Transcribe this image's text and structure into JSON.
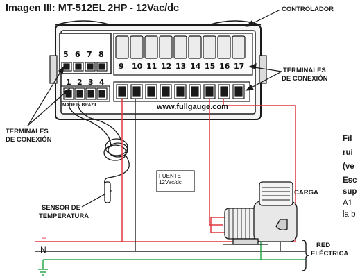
{
  "title": "Imagen III: MT-512EL 2HP - 12Vac/dc",
  "labels": {
    "controlador": "CONTROLADOR",
    "terminales_right_1": "TERMINALES",
    "terminales_right_2": "DE CONEXIÓN",
    "terminales_left_1": "TERMINALES",
    "terminales_left_2": "DE CONEXIÓN",
    "sensor_1": "SENSOR DE",
    "sensor_2": "TEMPERATURA",
    "fuente_1": "FUENTE",
    "fuente_2": "12Vac/dc",
    "carga": "CARGA",
    "red_1": "RED",
    "red_2": "ELÉCTRICA",
    "line_plus": "+",
    "line_n": "N",
    "made_in": "MADE IN BRAZIL",
    "url": "www.fullgauge.com"
  },
  "terminals_top_left": [
    "5",
    "6",
    "7",
    "8"
  ],
  "terminals_left": [
    "1",
    "2",
    "3",
    "4"
  ],
  "terminals_right": [
    "9",
    "10",
    "11",
    "12",
    "13",
    "14",
    "15",
    "16",
    "17"
  ],
  "side_text": {
    "line1": "Fil",
    "line2": "ruí",
    "line3": "(ve",
    "line4": "Esc",
    "line5": "sup",
    "line6": "A1",
    "line7": "la b"
  },
  "colors": {
    "positive_wire": "#e0393e",
    "ground_wire": "#2aa84a",
    "neutral_wire": "#222222",
    "outline": "#1a1a1a"
  }
}
